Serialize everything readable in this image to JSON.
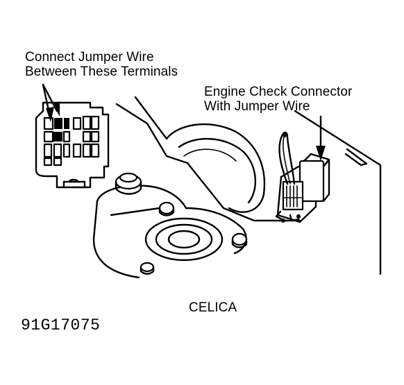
{
  "labels": {
    "jumper_line1": "Connect Jumper Wire",
    "jumper_line2": "Between These Terminals",
    "engine_line1": "Engine Check Connector",
    "engine_line2": "With Jumper Wire",
    "model": "CELICA",
    "figure_code": "91G17075"
  }
}
